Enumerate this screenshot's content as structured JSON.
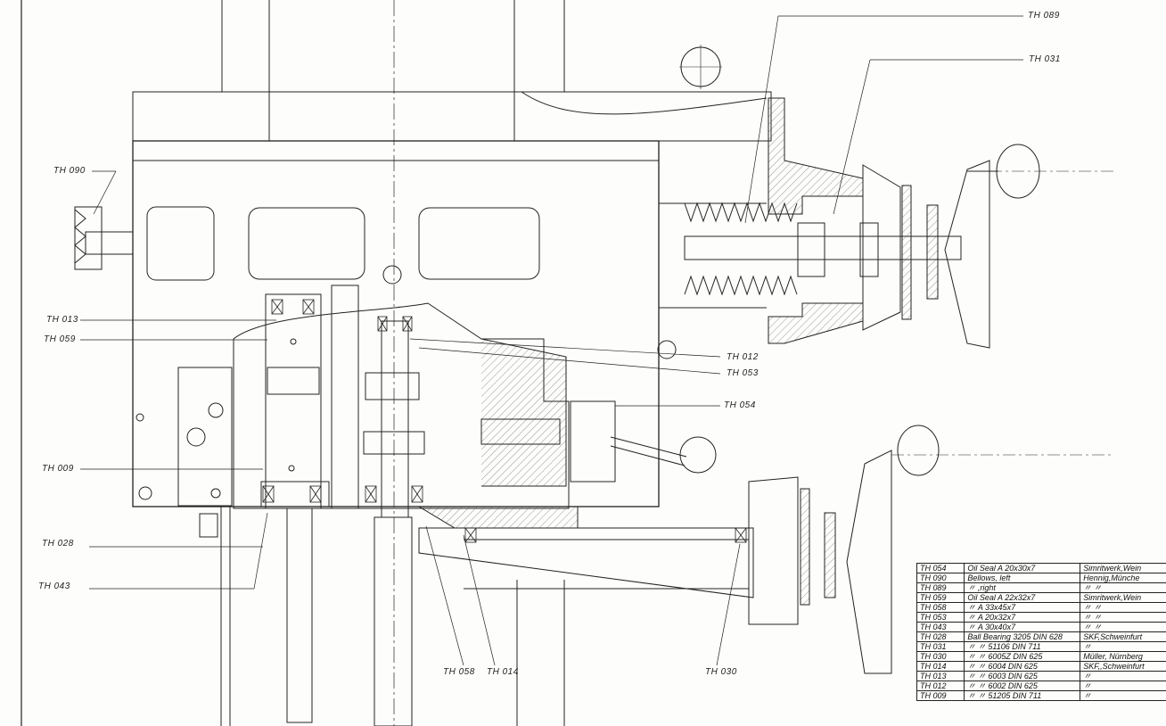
{
  "callouts": {
    "th089": "TH 089",
    "th031": "TH 031",
    "th090": "TH 090",
    "th013": "TH 013",
    "th059": "TH 059",
    "th012": "TH 012",
    "th053": "TH 053",
    "th054": "TH 054",
    "th009": "TH 009",
    "th028": "TH 028",
    "th043": "TH 043",
    "th058": "TH 058",
    "th014": "TH 014",
    "th030": "TH 030"
  },
  "parts_table": {
    "rows": [
      {
        "no": "TH 054",
        "desc": "Oil Seal A 20x30x7",
        "supplier": "Simritwerk,Wein"
      },
      {
        "no": "TH 090",
        "desc": "Bellows, left",
        "supplier": "Hennig,Münche"
      },
      {
        "no": "TH 089",
        "desc": "〃 ,right",
        "supplier": "〃 〃"
      },
      {
        "no": "TH 059",
        "desc": "Oil Seal A 22x32x7",
        "supplier": "Simritwerk,Wein"
      },
      {
        "no": "TH 058",
        "desc": "〃 A 33x45x7",
        "supplier": "〃 〃"
      },
      {
        "no": "TH 053",
        "desc": "〃 A 20x32x7",
        "supplier": "〃 〃"
      },
      {
        "no": "TH 043",
        "desc": "〃 A 30x40x7",
        "supplier": "〃 〃"
      },
      {
        "no": "TH 028",
        "desc": "Ball Bearing 3205 DIN 628",
        "supplier": "SKF,Schweinfurt"
      },
      {
        "no": "TH 031",
        "desc": "〃 〃 51106 DIN 711",
        "supplier": "〃"
      },
      {
        "no": "TH 030",
        "desc": "〃 〃 6005Z DIN 625",
        "supplier": "Müller, Nürnberg"
      },
      {
        "no": "TH 014",
        "desc": "〃 〃 6004 DIN 625",
        "supplier": "SKF,,Schweinfurt"
      },
      {
        "no": "TH 013",
        "desc": "〃 〃 6003 DIN 625",
        "supplier": "〃"
      },
      {
        "no": "TH 012",
        "desc": "〃 〃 6002 DIN 625",
        "supplier": "〃"
      },
      {
        "no": "TH 009",
        "desc": "〃 〃 51205 DIN 711",
        "supplier": "〃"
      }
    ]
  }
}
